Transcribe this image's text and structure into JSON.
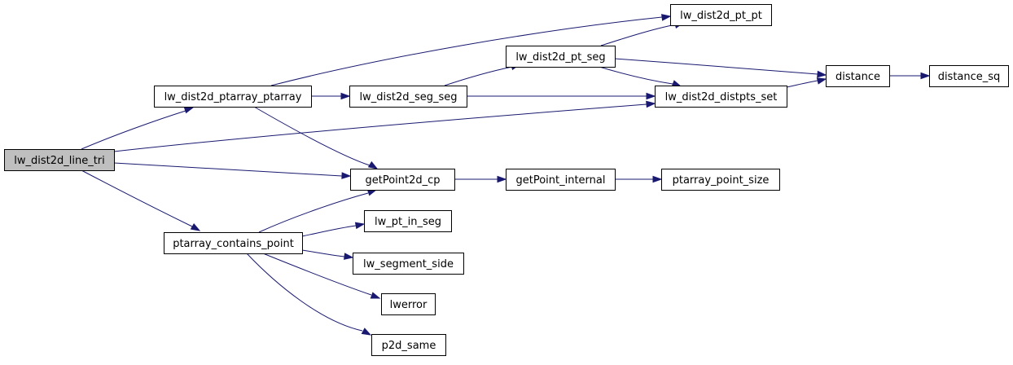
{
  "diagram": {
    "type": "call-graph",
    "colors": {
      "edge": "#191970",
      "node_fill": "#ffffff",
      "root_fill": "#bfbfbf",
      "node_border": "#000000"
    },
    "nodes": [
      {
        "id": "lw_dist2d_line_tri",
        "label": "lw_dist2d_line_tri",
        "root": true
      },
      {
        "id": "lw_dist2d_ptarray_ptarray",
        "label": "lw_dist2d_ptarray_ptarray"
      },
      {
        "id": "ptarray_contains_point",
        "label": "ptarray_contains_point"
      },
      {
        "id": "lw_dist2d_seg_seg",
        "label": "lw_dist2d_seg_seg"
      },
      {
        "id": "getPoint2d_cp",
        "label": "getPoint2d_cp"
      },
      {
        "id": "lw_pt_in_seg",
        "label": "lw_pt_in_seg"
      },
      {
        "id": "lw_segment_side",
        "label": "lw_segment_side"
      },
      {
        "id": "lwerror",
        "label": "lwerror"
      },
      {
        "id": "p2d_same",
        "label": "p2d_same"
      },
      {
        "id": "lw_dist2d_pt_seg",
        "label": "lw_dist2d_pt_seg"
      },
      {
        "id": "getPoint_internal",
        "label": "getPoint_internal"
      },
      {
        "id": "lw_dist2d_pt_pt",
        "label": "lw_dist2d_pt_pt"
      },
      {
        "id": "lw_dist2d_distpts_set",
        "label": "lw_dist2d_distpts_set"
      },
      {
        "id": "ptarray_point_size",
        "label": "ptarray_point_size"
      },
      {
        "id": "distance",
        "label": "distance"
      },
      {
        "id": "distance_sq",
        "label": "distance_sq"
      }
    ],
    "edges": [
      {
        "from": "lw_dist2d_line_tri",
        "to": "lw_dist2d_ptarray_ptarray"
      },
      {
        "from": "lw_dist2d_line_tri",
        "to": "lw_dist2d_distpts_set"
      },
      {
        "from": "lw_dist2d_line_tri",
        "to": "getPoint2d_cp"
      },
      {
        "from": "lw_dist2d_line_tri",
        "to": "ptarray_contains_point"
      },
      {
        "from": "lw_dist2d_ptarray_ptarray",
        "to": "lw_dist2d_pt_pt"
      },
      {
        "from": "lw_dist2d_ptarray_ptarray",
        "to": "lw_dist2d_seg_seg"
      },
      {
        "from": "lw_dist2d_ptarray_ptarray",
        "to": "getPoint2d_cp"
      },
      {
        "from": "lw_dist2d_seg_seg",
        "to": "lw_dist2d_pt_seg"
      },
      {
        "from": "lw_dist2d_seg_seg",
        "to": "lw_dist2d_distpts_set"
      },
      {
        "from": "lw_dist2d_pt_seg",
        "to": "lw_dist2d_pt_pt"
      },
      {
        "from": "lw_dist2d_pt_seg",
        "to": "distance"
      },
      {
        "from": "lw_dist2d_pt_seg",
        "to": "lw_dist2d_distpts_set"
      },
      {
        "from": "lw_dist2d_distpts_set",
        "to": "distance"
      },
      {
        "from": "distance",
        "to": "distance_sq"
      },
      {
        "from": "getPoint2d_cp",
        "to": "getPoint_internal"
      },
      {
        "from": "getPoint_internal",
        "to": "ptarray_point_size"
      },
      {
        "from": "ptarray_contains_point",
        "to": "getPoint2d_cp"
      },
      {
        "from": "ptarray_contains_point",
        "to": "lw_pt_in_seg"
      },
      {
        "from": "ptarray_contains_point",
        "to": "lw_segment_side"
      },
      {
        "from": "ptarray_contains_point",
        "to": "lwerror"
      },
      {
        "from": "ptarray_contains_point",
        "to": "p2d_same"
      }
    ]
  }
}
